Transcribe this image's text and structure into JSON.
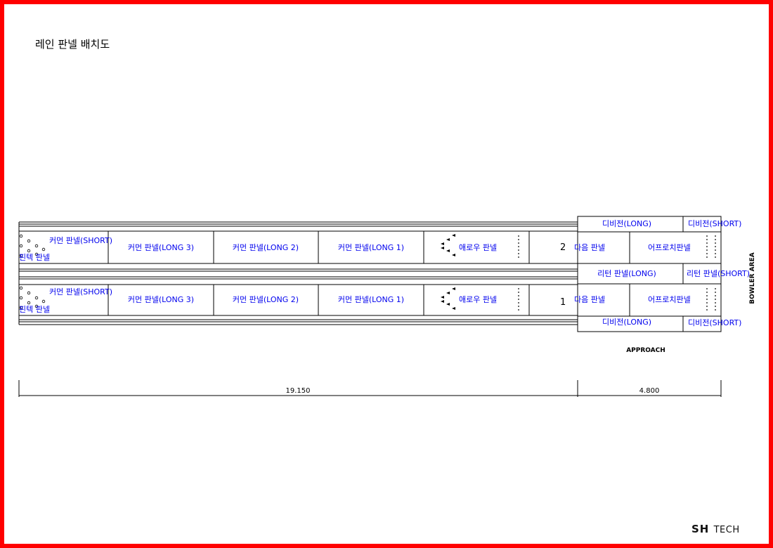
{
  "title": "레인 판넬 배치도",
  "lane_labels": {
    "pin_panel": "핀텍 판넬",
    "common_short": "커먼 판넬(SHORT)",
    "common_long3": "커먼 판넬(LONG 3)",
    "common_long2": "커먼 판넬(LONG 2)",
    "common_long1": "커먼 판넬(LONG 1)",
    "arrow_panel": "애로우 판넬",
    "dot_panel": "다음 판넬",
    "approach_panel": "어프로치판넬"
  },
  "lanes": [
    {
      "number": "2"
    },
    {
      "number": "1"
    }
  ],
  "approach_labels": {
    "division_long": "디비전(LONG)",
    "division_short": "디비전(SHORT)",
    "return_long": "리턴 판넬(LONG)",
    "return_short": "리턴 판넬(SHORT)",
    "approach": "APPROACH",
    "bowler_area": "BOWLER AREA"
  },
  "dimensions": {
    "lane_length": "19.150",
    "approach_length": "4.800"
  },
  "logo": {
    "main": "SH",
    "sub": "TECH"
  }
}
